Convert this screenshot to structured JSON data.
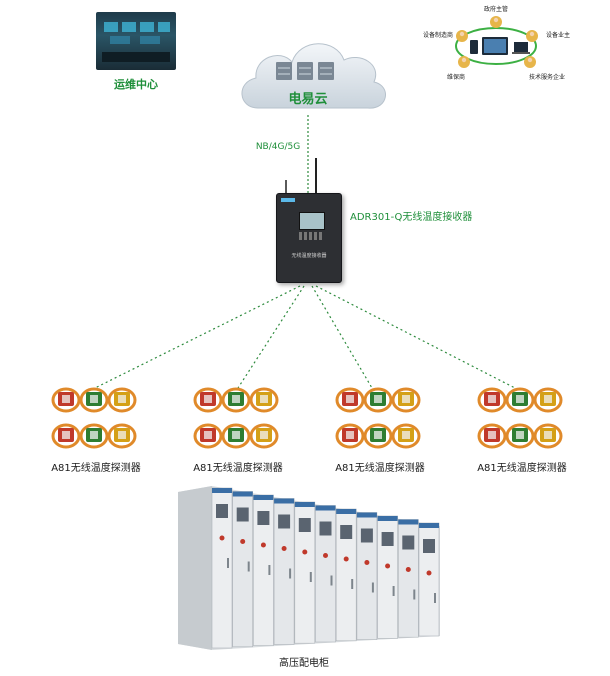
{
  "ops_center": {
    "label": "运维中心"
  },
  "cloud": {
    "label": "电易云"
  },
  "network": {
    "label": "NB/4G/5G"
  },
  "receiver": {
    "label": "ADR301-Q无线温度接收器",
    "panel_text": "无线温度接收器"
  },
  "stakeholders": {
    "items": [
      "政府主管",
      "设备制造商",
      "设备业主",
      "维保商",
      "技术服务企业"
    ]
  },
  "sensors": {
    "groups": [
      {
        "label": "A81无线温度探测器"
      },
      {
        "label": "A81无线温度探测器"
      },
      {
        "label": "A81无线温度探测器"
      },
      {
        "label": "A81无线温度探测器"
      }
    ]
  },
  "switchgear": {
    "label": "高压配电柜"
  },
  "colors": {
    "accent_green": "#1f8f3a",
    "dotted_line": "#2e8b3e",
    "cloud_fill": "#dbe3ea",
    "ring_green": "#3cb043",
    "sensor_red": "#c0392b",
    "sensor_green": "#2e7d32",
    "sensor_yellow": "#d4a017",
    "sensor_ring": "#e08a2a"
  }
}
